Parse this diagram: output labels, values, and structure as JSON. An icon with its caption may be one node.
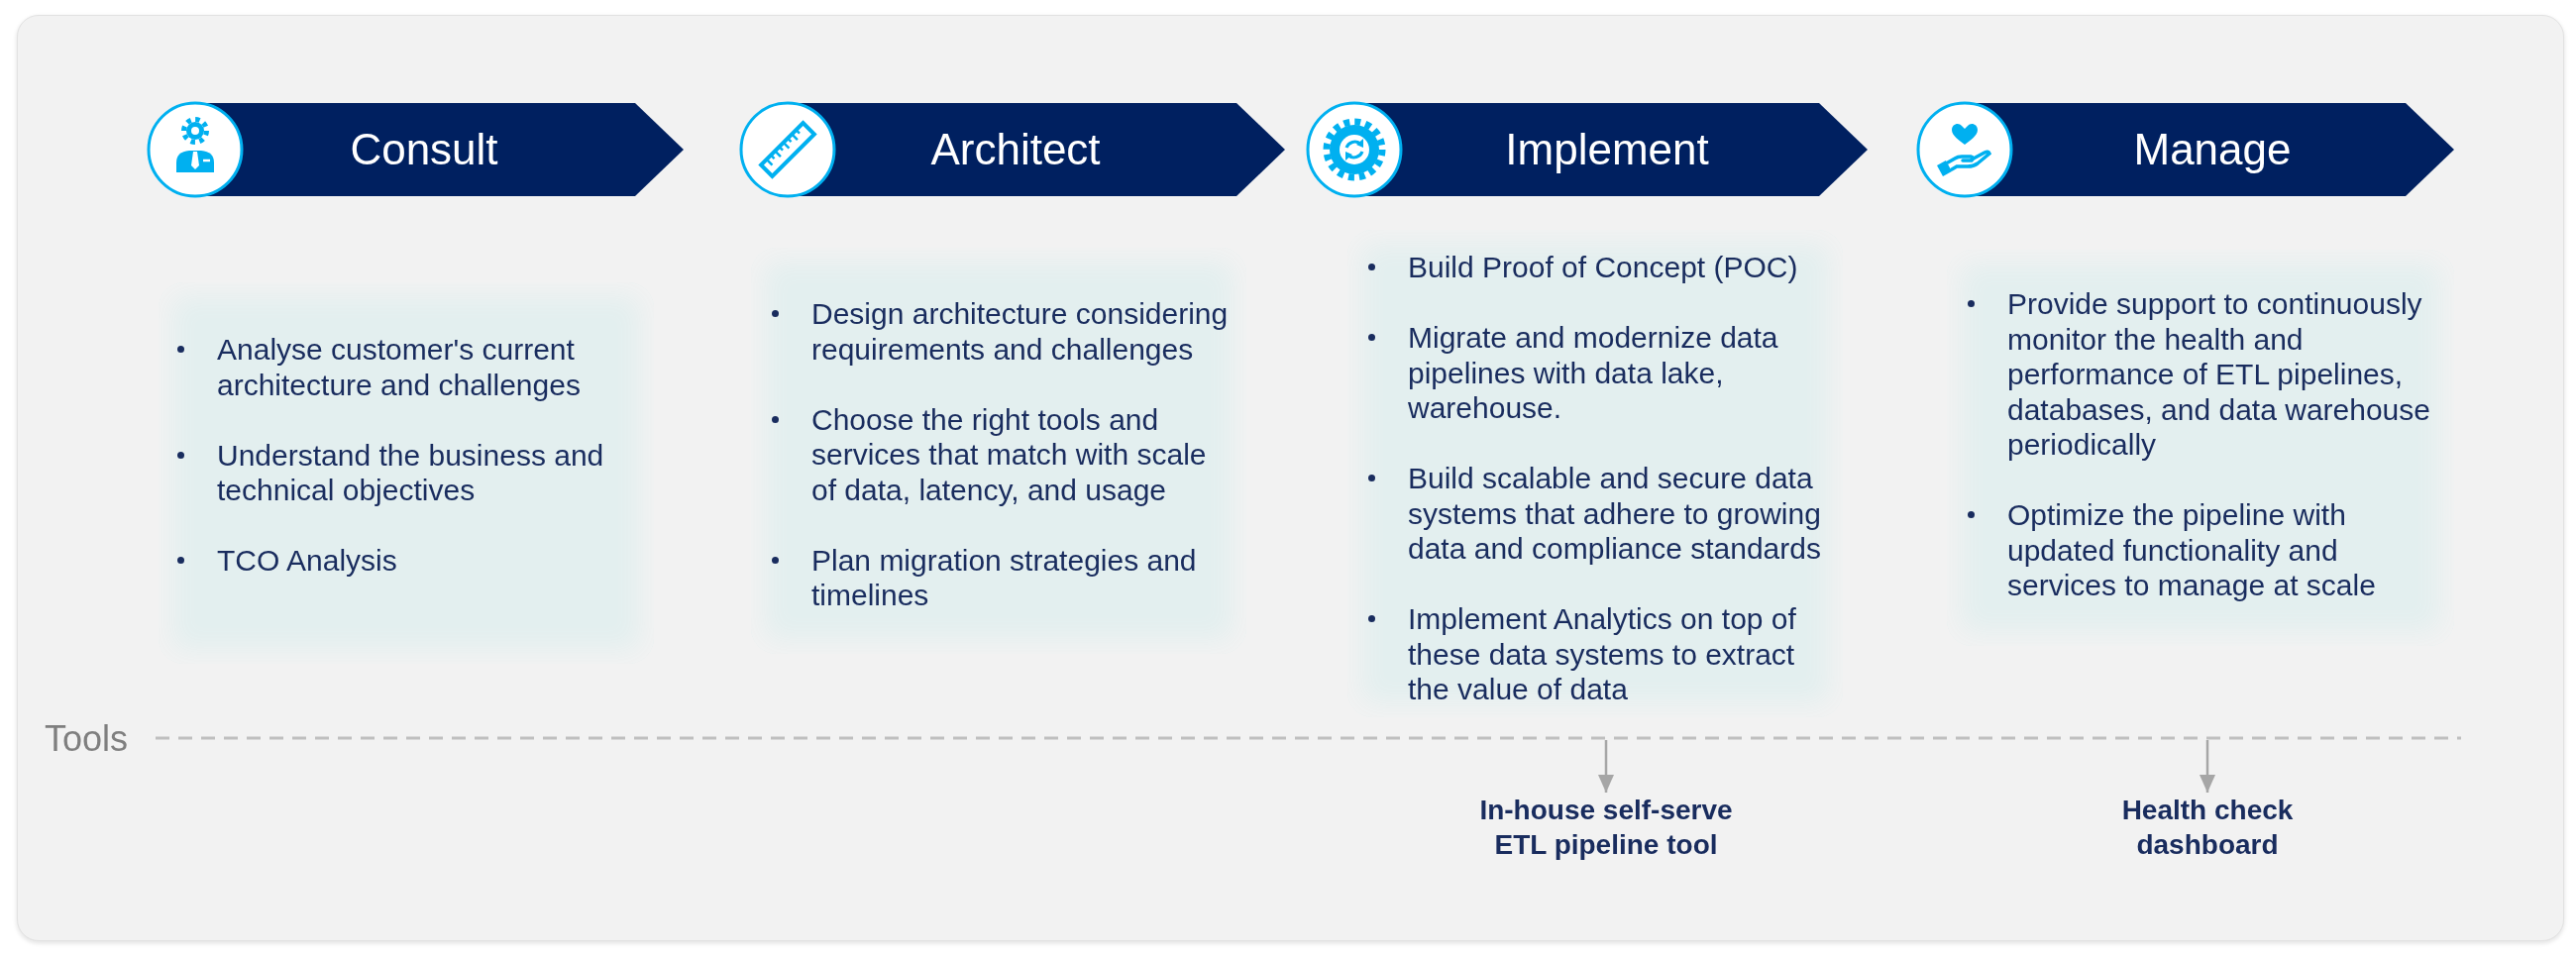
{
  "diagram": {
    "nodes": [
      {
        "text": [
          "Consult"
        ]
      },
      {
        "text": [
          "Architect"
        ]
      },
      {
        "text": [
          "Implement"
        ]
      },
      {
        "text": [
          "Manage"
        ]
      },
      {
        "text": [
          "Analyse customer's current architecture and challenges",
          "Understand the business and technical objectives",
          "TCO Analysis"
        ]
      },
      {
        "text": [
          "Design architecture considering requirements and challenges",
          "Choose the right tools and services that match with scale of data, latency, and usage",
          "Plan migration strategies and timelines"
        ]
      },
      {
        "text": [
          "Build Proof of Concept (POC)",
          "Migrate and modernize data pipelines with data lake, warehouse.",
          "Build scalable and secure data systems that adhere to growing data and compliance standards",
          "Implement Analytics on top of these data systems to extract the value of data"
        ]
      },
      {
        "text": [
          "Provide support to continuously monitor the health and performance of ETL pipelines, databases, and data warehouse periodically",
          "Optimize the pipeline with updated functionality and services to manage at scale"
        ]
      },
      {
        "text": [],
        "shape": "line"
      },
      {
        "text": [
          "In-house self-serve ETL pipeline tool"
        ]
      },
      {
        "text": [
          "Health check dashboard"
        ]
      }
    ],
    "edges": [
      {
        "from": 8,
        "to": 9,
        "arrow": "to"
      },
      {
        "from": 8,
        "to": 10,
        "arrow": "to"
      }
    ],
    "labels": [
      "Tools"
    ]
  }
}
